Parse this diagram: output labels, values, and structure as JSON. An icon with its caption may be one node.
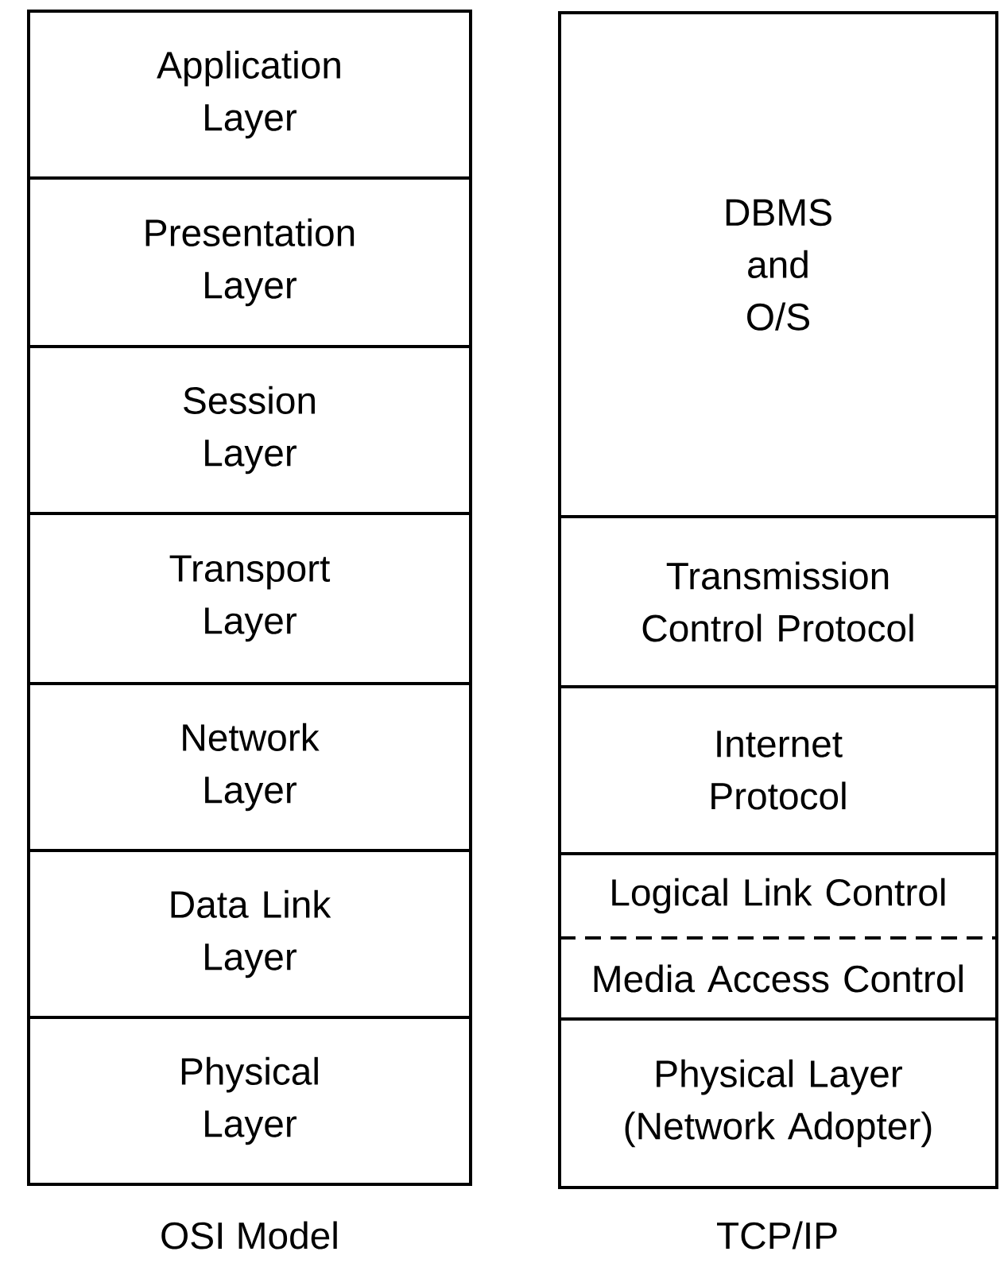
{
  "diagram": {
    "nodes": [
      {
        "text": [
          "Application Layer"
        ]
      },
      {
        "text": [
          "Presentation Layer"
        ]
      },
      {
        "text": [
          "Session Layer"
        ]
      },
      {
        "text": [
          "Transport Layer"
        ]
      },
      {
        "text": [
          "Network Layer"
        ]
      },
      {
        "text": [
          "Data Link Layer"
        ]
      },
      {
        "text": [
          "Physical Layer"
        ]
      },
      {
        "text": [
          "DBMS and O/S"
        ]
      },
      {
        "text": [
          "Transmission Control Protocol"
        ]
      },
      {
        "text": [
          "Internet Protocol"
        ]
      },
      {
        "text": [
          "Logical Link Control"
        ]
      },
      {
        "text": [
          "Media Access Control"
        ]
      },
      {
        "text": [
          "Physical Layer (Network Adopter)"
        ]
      }
    ],
    "labels": [
      "OSI Model",
      "TCP/IP"
    ]
  }
}
